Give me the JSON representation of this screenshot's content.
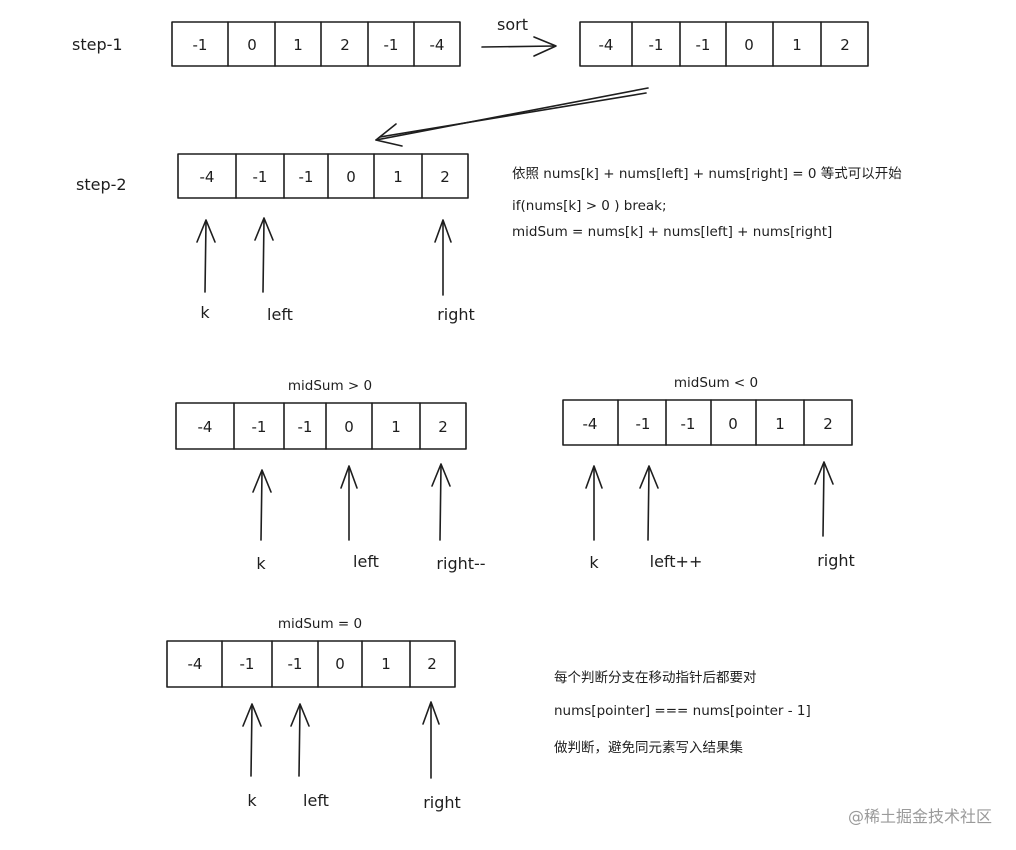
{
  "step1": {
    "label": "step-1",
    "before": [
      "-1",
      "0",
      "1",
      "2",
      "-1",
      "-4"
    ],
    "sort_label": "sort",
    "after": [
      "-4",
      "-1",
      "-1",
      "0",
      "1",
      "2"
    ]
  },
  "step2": {
    "label": "step-2",
    "array": [
      "-4",
      "-1",
      "-1",
      "0",
      "1",
      "2"
    ],
    "notes": [
      "依照 nums[k] + nums[left] + nums[right] = 0 等式可以开始",
      "if(nums[k] > 0 ) break;",
      "midSum = nums[k] + nums[left] + nums[right]"
    ],
    "pointers": [
      "k",
      "left",
      "right"
    ]
  },
  "case_gt": {
    "title": "midSum > 0",
    "array": [
      "-4",
      "-1",
      "-1",
      "0",
      "1",
      "2"
    ],
    "pointers": [
      "k",
      "left",
      "right--"
    ]
  },
  "case_lt": {
    "title": "midSum < 0",
    "array": [
      "-4",
      "-1",
      "-1",
      "0",
      "1",
      "2"
    ],
    "pointers": [
      "k",
      "left++",
      "right"
    ]
  },
  "case_eq": {
    "title": "midSum = 0",
    "array": [
      "-4",
      "-1",
      "-1",
      "0",
      "1",
      "2"
    ],
    "pointers": [
      "k",
      "left",
      "right"
    ],
    "notes": [
      "每个判断分支在移动指针后都要对",
      "nums[pointer] === nums[pointer - 1]",
      "做判断，避免同元素写入结果集"
    ]
  },
  "watermark": "@稀土掘金技术社区"
}
